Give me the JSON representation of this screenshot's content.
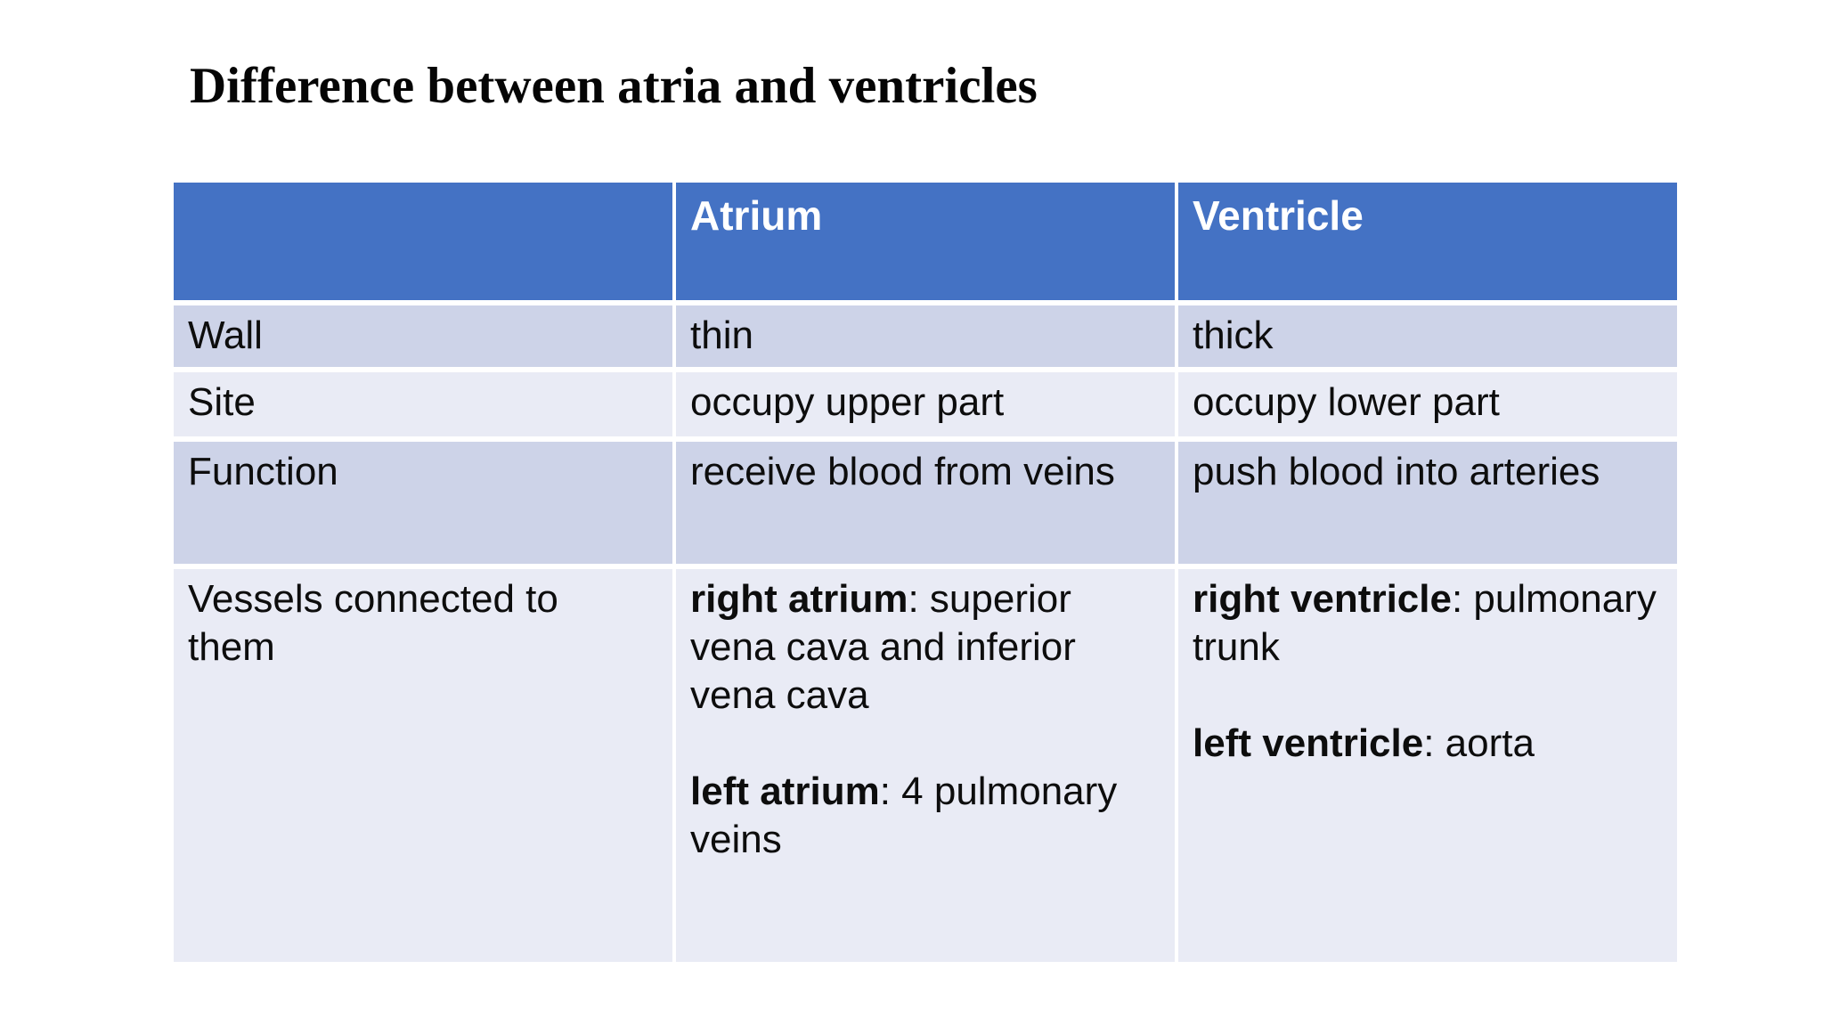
{
  "title": "Difference between atria and ventricles",
  "table": {
    "headers": [
      "",
      "Atrium",
      "Ventricle"
    ],
    "rows": {
      "wall": {
        "label": "Wall",
        "atrium": "thin",
        "ventricle": "thick"
      },
      "site": {
        "label": "Site",
        "atrium": "occupy upper part",
        "ventricle": "occupy lower part"
      },
      "function": {
        "label": "Function",
        "atrium": "receive blood from veins",
        "ventricle": "push blood into arteries"
      },
      "vessels": {
        "label": "Vessels connected to them",
        "atrium": {
          "right": {
            "term": "right atrium",
            "desc": ": superior vena cava and inferior vena cava"
          },
          "left": {
            "term": "left atrium",
            "desc": ": 4 pulmonary veins"
          }
        },
        "ventricle": {
          "right": {
            "term": "right ventricle",
            "desc": ": pulmonary trunk"
          },
          "left": {
            "term": "left ventricle",
            "desc": ": aorta"
          }
        }
      }
    }
  },
  "colors": {
    "header_fill": "#4472C4",
    "header_text": "#FFFFFF",
    "band_dark": "#CDD3E8",
    "band_light": "#E9EBF5",
    "body_text": "#0D0D0D",
    "background": "#FFFFFF"
  }
}
